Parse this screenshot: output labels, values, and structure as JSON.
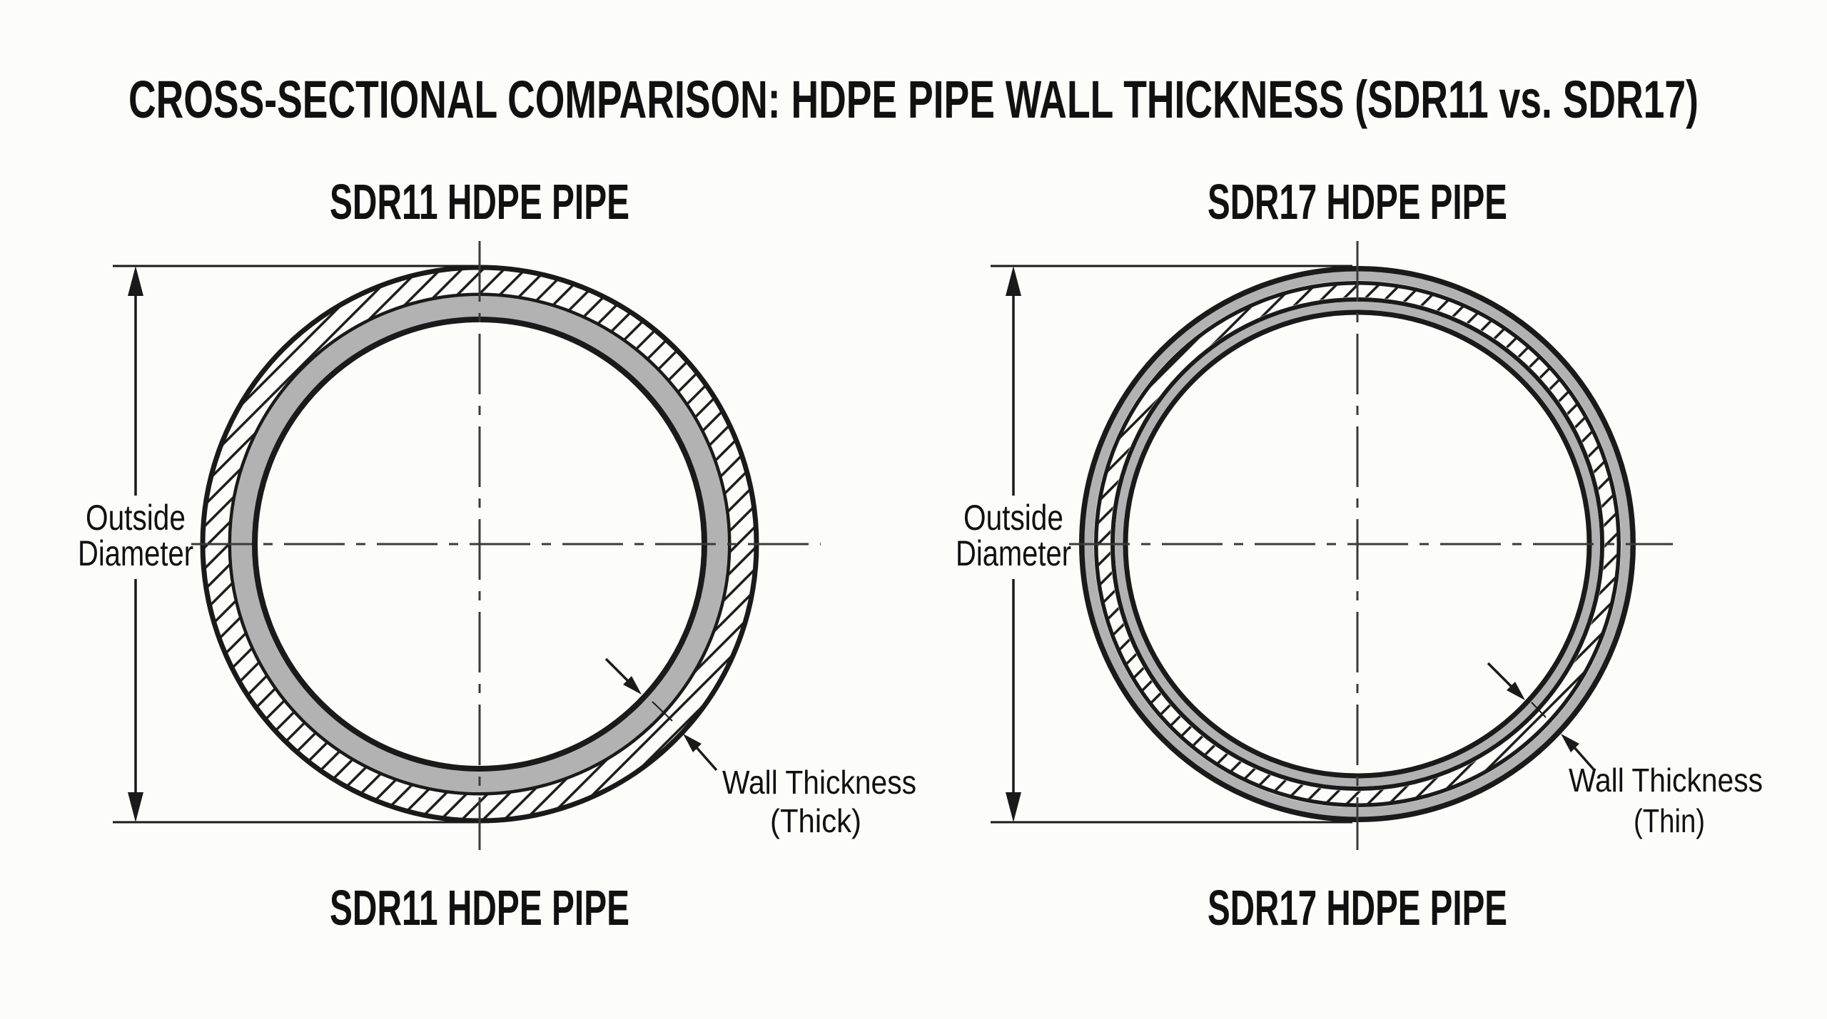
{
  "title": "CROSS-SECTIONAL COMPARISON: HDPE PIPE WALL THICKNESS (SDR11 vs. SDR17)",
  "pipes": {
    "left": {
      "top_label": "SDR11 HDPE PIPE",
      "bottom_label": "SDR11 HDPE PIPE",
      "od_label_line1": "Outside",
      "od_label_line2": "Diameter",
      "wall_label_line1": "Wall Thickness",
      "wall_label_line2": "(Thick)"
    },
    "right": {
      "top_label": "SDR17 HDPE PIPE",
      "bottom_label": "SDR17 HDPE PIPE",
      "od_label_line1": "Outside",
      "od_label_line2": "Diameter",
      "wall_label_line1": "Wall Thickness",
      "wall_label_line2": "(Thin)"
    }
  },
  "colors": {
    "background": "#fcfcf9",
    "line": "#1a1a1a",
    "gray_band": "#b2b2b2",
    "centerline": "#3a3a3a",
    "text": "#111111"
  }
}
